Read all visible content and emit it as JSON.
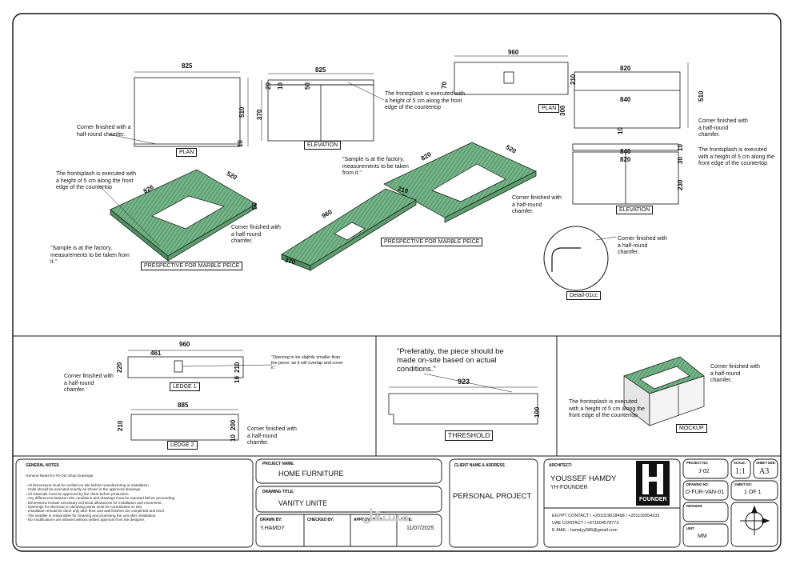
{
  "plan1": {
    "dim_width": "825",
    "dim_depth": "510",
    "dim_small": "10",
    "note_corner": "Corner finished with a half-round chamfer.",
    "tag": "PLAN"
  },
  "elev1": {
    "dim_width": "825",
    "dim_20": "20",
    "dim_10": "10",
    "dim_50": "50",
    "dim_370": "370",
    "note_frontsplash": "The frontsplash is executed with a height of 5 cm along the front edge of the countertop",
    "tag": "ELEVATION"
  },
  "persp1": {
    "dim_826": "826",
    "dim_520": "520",
    "dim_50": "50",
    "note_frontsplash": "The frontsplash is executed with a height of 5 cm along the front edge of the countertop",
    "note_sample": "\"Sample is at the factory, measurements to be taken from it.\"",
    "note_corner": "Corner finished with a half-round chamfer.",
    "tag": "PRESPECTIVE FOR MARBLE PEICE"
  },
  "persp2": {
    "dim_820": "820",
    "dim_520": "520",
    "dim_960": "960",
    "dim_210": "210",
    "dim_370": "370",
    "note_sample": "\"Sample is at the factory, measurements to be taken from it.\"",
    "note_corner": "Corner finished with a half-round chamfer.",
    "tag": "PRESPECTIVE FOR MARBLE PEICE"
  },
  "plan2": {
    "dim_960": "960",
    "dim_820": "820",
    "dim_840": "840",
    "dim_70": "70",
    "dim_210": "210",
    "dim_300": "300",
    "dim_510": "510",
    "dim_10": "10",
    "note_corner": "Corner finished with a half-round chamfer.",
    "tag": "PLAN"
  },
  "elev2": {
    "dim_840": "840",
    "dim_820": "820",
    "dim_10": "10",
    "dim_30": "30",
    "dim_230": "230",
    "note_frontsplash": "The frontsplash is executed with a height of 5 cm along the front edge of the countertop",
    "tag": "ELEVATION"
  },
  "detail": {
    "note_corner": "Corner finished with a half-round chamfer.",
    "tag": "Detail-01cc"
  },
  "ledge1": {
    "dim_960": "960",
    "dim_461": "461",
    "dim_220": "220",
    "dim_210": "210",
    "dim_10": "10",
    "note_opening": "\"Opening to be slightly smaller than the piece, as it will overlap and cover it.\"",
    "note_corner": "Corner finished with a half-round chamfer.",
    "tag": "LEDGE 1"
  },
  "ledge2": {
    "dim_885": "885",
    "dim_210": "210",
    "dim_200": "200",
    "dim_10": "10",
    "note_corner": "Corner finished with a half-round chamfer.",
    "tag": "LEDGE 2"
  },
  "threshold": {
    "note": "\"Preferably, the piece should be made on-site based on actual conditions.\"",
    "dim_923": "923",
    "dim_100": "100",
    "tag": "THRESHOLD"
  },
  "mockup": {
    "note_corner": "Corner finished with a half-round chamfer.",
    "note_frontsplash": "The frontsplash is executed with a height of 5 cm along the front edge of the countertop",
    "tag": "MOCKUP"
  },
  "titleblock": {
    "general_notes_title": "GENERAL NOTES",
    "general_notes_sub": "General Notes for Fit-Out Shop Drawings:",
    "general_notes": [
      "- All dimensions must be verified on site before manufacturing or installation.",
      "- Units should be executed exactly as shown in the approved drawings.",
      "- All materials must be approved by the client before production.",
      "- Any differences between site conditions and drawings must be reported before proceeding.",
      "- Dimensions include necessary technical allowances for installation and movement.",
      "- Openings for electrical or plumbing points must be coordinated on site.",
      "- Installation should be done only after floor and wall finishes are completed and level.",
      "- The installer is responsible for cleaning and protecting the unit after installation.",
      "- No modifications are allowed without written approval from the designer."
    ],
    "project_name_label": "PROJECT NAME:",
    "project_name": "HOME FURNITURE",
    "drawing_title_label": "DRAWING TITLE:",
    "drawing_title": "VANITY UNITE",
    "drawn_by_label": "DRAWN BY:",
    "drawn_by": "Y.HAMDY",
    "checked_by_label": "CHECKED BY:",
    "approved_by_label": "APPROVED BY:",
    "date_label": "DATE:",
    "date": "11/07/2025",
    "client_label": "CLIENT NAME & ADDRESS",
    "client": "PERSONAL PROJECT",
    "architect_label": "ARCHITECT:",
    "architect_name": "YOUSSEF HAMDY",
    "architect_firm": "YH-FOUNDER",
    "logo_text": "FOUNDER",
    "contact_egypt": "EGYPT CONTACT / +201019018498 / +201116554103",
    "contact_uae": "UAE CONTACT / +971504578773",
    "contact_email": "E-MAIL : hamdyy586@gmail.com",
    "project_no_label": "PROJECT NO:",
    "project_no": "J-02",
    "scale_label": "SCALE:",
    "scale": "1:1",
    "sheet_size_label": "SHEET SIZE:",
    "sheet_size": "A3",
    "drawing_no_label": "DRAWING NO:",
    "drawing_no": "D-FUR-VAN-01",
    "sheet_no_label": "SHEET NO:",
    "sheet_no": "1 OF 1",
    "revision_label": "REVISION:",
    "unit_label": "UNIT:",
    "unit": "MM",
    "watermark": "مستقل"
  },
  "colors": {
    "marble": "#6fae7f",
    "marble_dark": "#3f7a52",
    "line": "#111111"
  }
}
